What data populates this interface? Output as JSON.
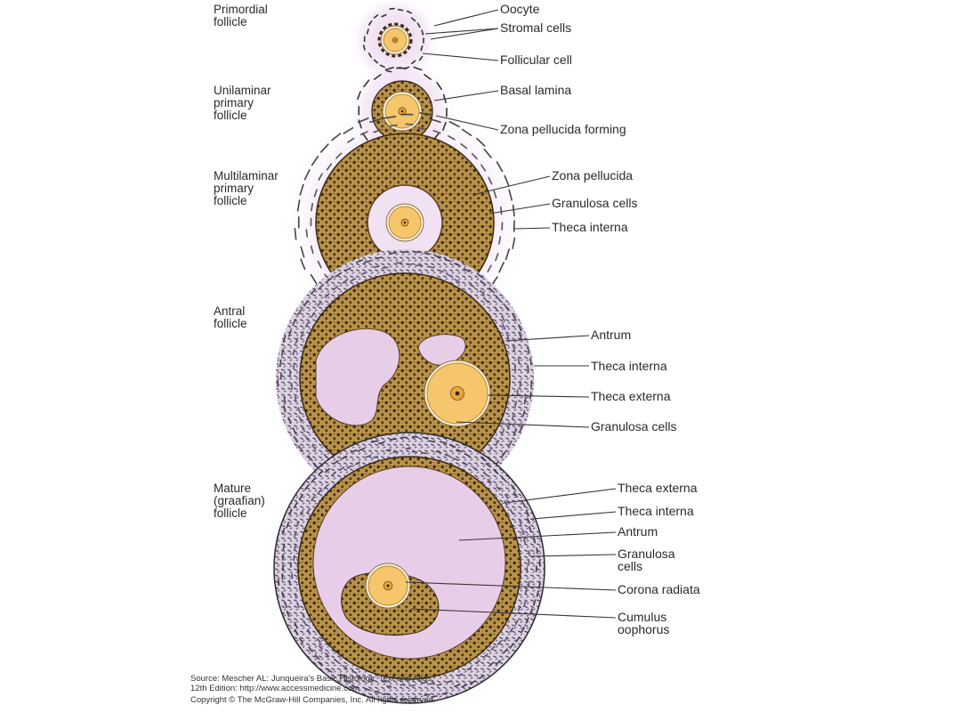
{
  "stages": [
    {
      "id": "primordial",
      "title": [
        "Primordial",
        "follicle"
      ],
      "labels": [
        "Oocyte",
        "Stromal cells",
        "Follicular cell"
      ]
    },
    {
      "id": "unilaminar",
      "title": [
        "Unilaminar",
        "primary",
        "follicle"
      ],
      "labels": [
        "Basal lamina",
        "Zona pellucida forming"
      ]
    },
    {
      "id": "multilaminar",
      "title": [
        "Multilaminar",
        "primary",
        "follicle"
      ],
      "labels": [
        "Zona pellucida",
        "Granulosa cells",
        "Theca interna"
      ]
    },
    {
      "id": "antral",
      "title": [
        "Antral",
        "follicle"
      ],
      "labels": [
        "Antrum",
        "Theca interna",
        "Theca externa",
        "Granulosa cells"
      ]
    },
    {
      "id": "mature",
      "title": [
        "Mature",
        "(graafian)",
        "follicle"
      ],
      "labels": [
        "Theca externa",
        "Theca interna",
        "Antrum",
        "Granulosa\ncells",
        "Corona radiata",
        "Cumulus\noophorus"
      ]
    }
  ],
  "source": {
    "line1": "Source: Mescher AL: Junqueira's Basic Histology: Text and Atlas,",
    "line2": "12th Edition: http://www.accessmedicine.com",
    "copyright": "Copyright © The McGraw-Hill Companies, Inc. All rights reserved."
  },
  "colors": {
    "granulosa": "#b08a3c",
    "oocyte": "#f6c66d",
    "antrum": "#e8cde8",
    "halo": "#e7c9ea",
    "nucleus": "#e9a73f"
  }
}
